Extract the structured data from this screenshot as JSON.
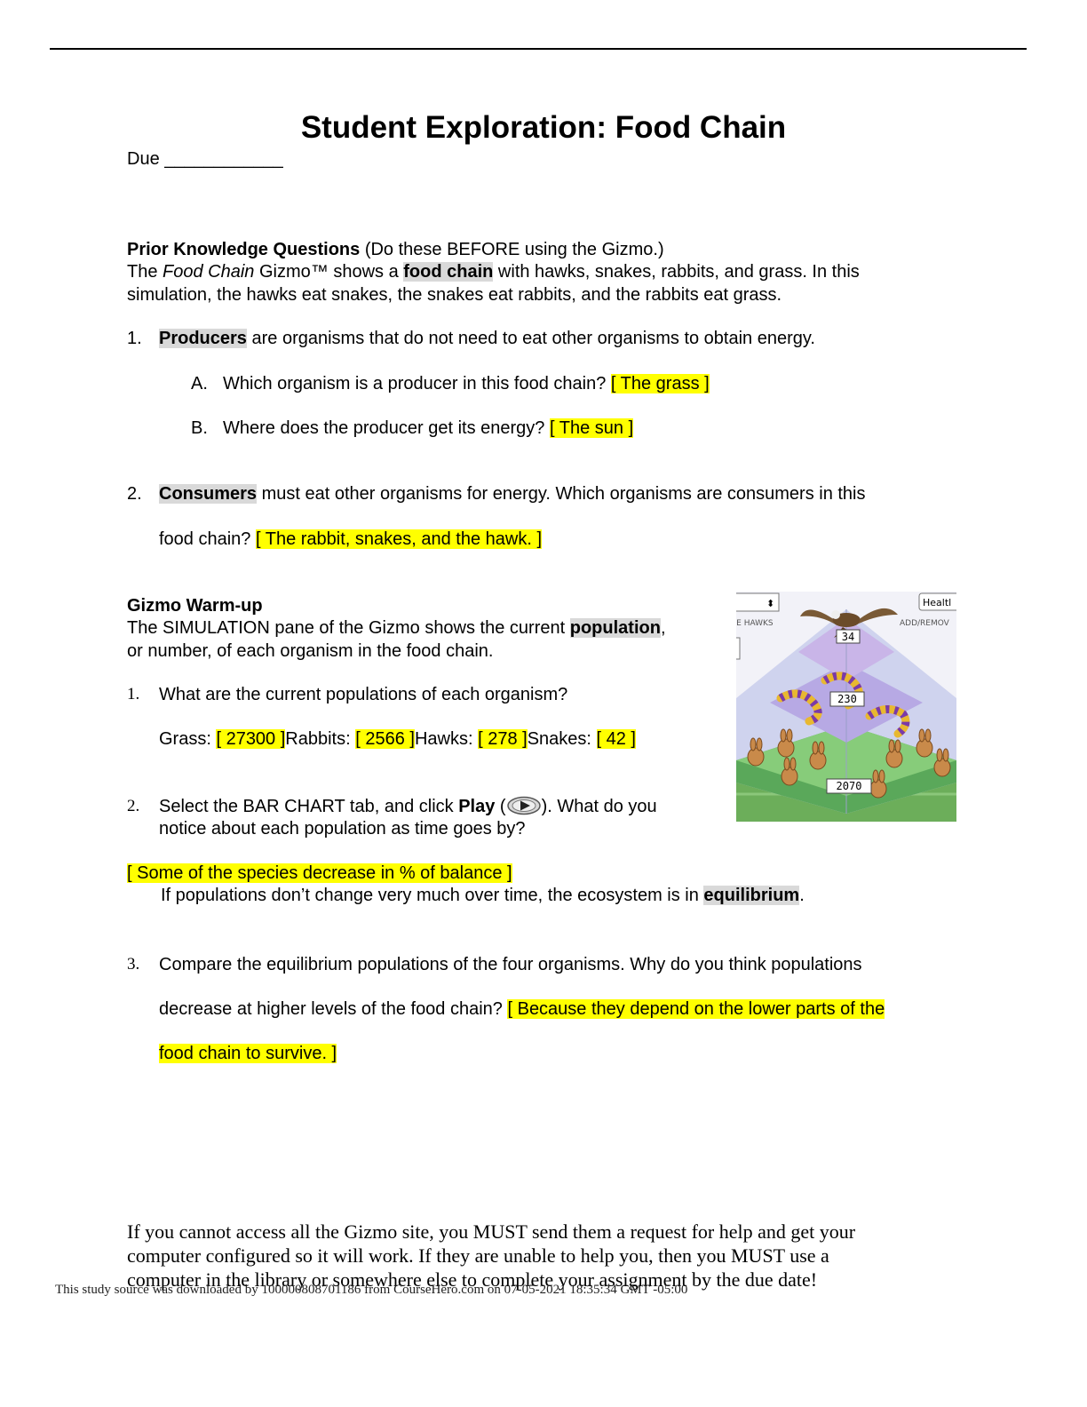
{
  "title": "Student Exploration: Food Chain",
  "due": "Due ____________",
  "prior": {
    "heading": "Prior Knowledge Questions",
    "heading_note": " (Do these BEFORE using the Gizmo.)",
    "intro_1a": "The ",
    "intro_1b": "Food Chain",
    "intro_1c": " Gizmo™ shows a ",
    "intro_term": "food chain",
    "intro_1d": " with hawks, snakes, rabbits, and grass. In this",
    "intro_2": "simulation, the hawks eat snakes, the snakes eat rabbits, and the rabbits eat grass.",
    "q1_num": "1.",
    "q1_term": "Producers",
    "q1_text": " are organisms that do not need to eat other organisms to obtain energy.",
    "q1a_label": "A.",
    "q1a_text": "Which organism is a producer in this food chain? ",
    "q1a_answer": "[ The grass  ]",
    "q1b_label": "B.",
    "q1b_text": "Where does the producer get its energy? ",
    "q1b_answer": "[  The sun ]",
    "q2_num": "2.",
    "q2_term": "Consumers",
    "q2_text": " must eat other organisms for energy. Which organisms are consumers in this",
    "q2_line2": "food chain? ",
    "q2_answer": "[ The rabbit, snakes, and the hawk.  ]"
  },
  "warmup": {
    "heading": "Gizmo Warm-up",
    "intro_1a": "The SIMULATION pane of the Gizmo shows the current ",
    "intro_term": "population",
    "intro_1b": ",",
    "intro_2": "or number, of each organism in the food chain.",
    "q1_num": "1.",
    "q1_text": "What are the current populations of each organism?",
    "grass_label": "Grass: ",
    "grass_value": "[ 27300  ]",
    "rabbits_label": "Rabbits: ",
    "rabbits_value": "[  2566 ]",
    "hawks_label": "Hawks: ",
    "hawks_value": "[ 278  ]",
    "snakes_label": "Snakes: ",
    "snakes_value": "[ 42  ]",
    "q2_num": "2.",
    "q2_text_a": "Select the BAR CHART tab, and click ",
    "q2_play": "Play",
    "q2_text_b": " (",
    "q2_text_c": "). What do you",
    "q2_line2": "notice about each population as time goes by?",
    "q2_answer": "[ Some of the species decrease in % of balance  ]",
    "eq_text_a": "If populations don’t change very much over time, the ecosystem is in ",
    "eq_term": "equilibrium",
    "eq_text_b": ".",
    "q3_num": "3.",
    "q3_line1": "Compare the equilibrium populations of the four organisms. Why do you think populations",
    "q3_line2": "decrease at higher levels of the food chain? ",
    "q3_answer_1": "[ Because they depend on the lower parts of the",
    "q3_answer_2": "food chain to survive.  ]"
  },
  "gizmo_image": {
    "label_hawks": "VE HAWKS",
    "label_health": "Healtl",
    "label_addremove": "ADD/REMOV",
    "hawk_count": "34",
    "snake_count": "230",
    "rabbit_count": "2070"
  },
  "notice": {
    "line1": "If you cannot access all the Gizmo site, you MUST send them a request for help and get your",
    "line2": "computer configured so it will work. If they are unable to help you, then you MUST use a",
    "line3": "computer in the library or somewhere else to complete your assignment by the due date!"
  },
  "footer": "This study source was downloaded by 100000808701186 from CourseHero.com on 07-05-2021 18:35:34 GMT -05:00",
  "colors": {
    "highlight_yellow": "#ffff00",
    "highlight_grey": "#d9d9d9"
  }
}
